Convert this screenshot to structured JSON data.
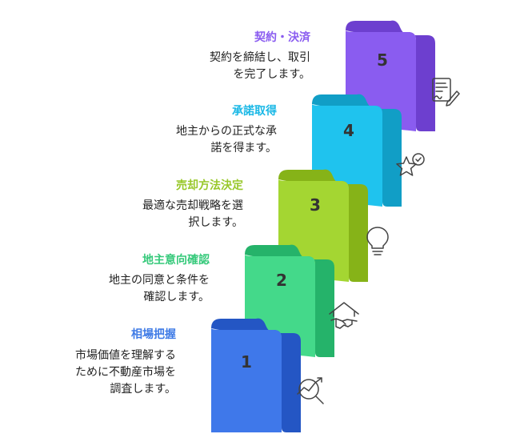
{
  "steps": [
    {
      "number": "1",
      "title": "相場把握",
      "desc": [
        "市場価値を理解する",
        "ために不動産市場を",
        "調査します。"
      ],
      "color": "#3f78ea",
      "title_color": "#3f7be6",
      "icon": "market-analysis-icon"
    },
    {
      "number": "2",
      "title": "地主意向確認",
      "desc": [
        "地主の同意と条件を",
        "確認します。"
      ],
      "color": "#44d98a",
      "title_color": "#35c97a",
      "icon": "house-handshake-icon"
    },
    {
      "number": "3",
      "title": "売却方法決定",
      "desc": [
        "最適な売却戦略を選",
        "択します。"
      ],
      "color": "#a4d632",
      "title_color": "#98c82a",
      "icon": "lightbulb-icon"
    },
    {
      "number": "4",
      "title": "承諾取得",
      "desc": [
        "地主からの正式な承",
        "諾を得ます。"
      ],
      "color": "#1fc3ee",
      "title_color": "#1ab8e6",
      "icon": "star-check-icon"
    },
    {
      "number": "5",
      "title": "契約・決済",
      "desc": [
        "契約を締結し、取引",
        "を完了します。"
      ],
      "color": "#8a5cf0",
      "title_color": "#8a5cf0",
      "icon": "contract-sign-icon"
    }
  ]
}
